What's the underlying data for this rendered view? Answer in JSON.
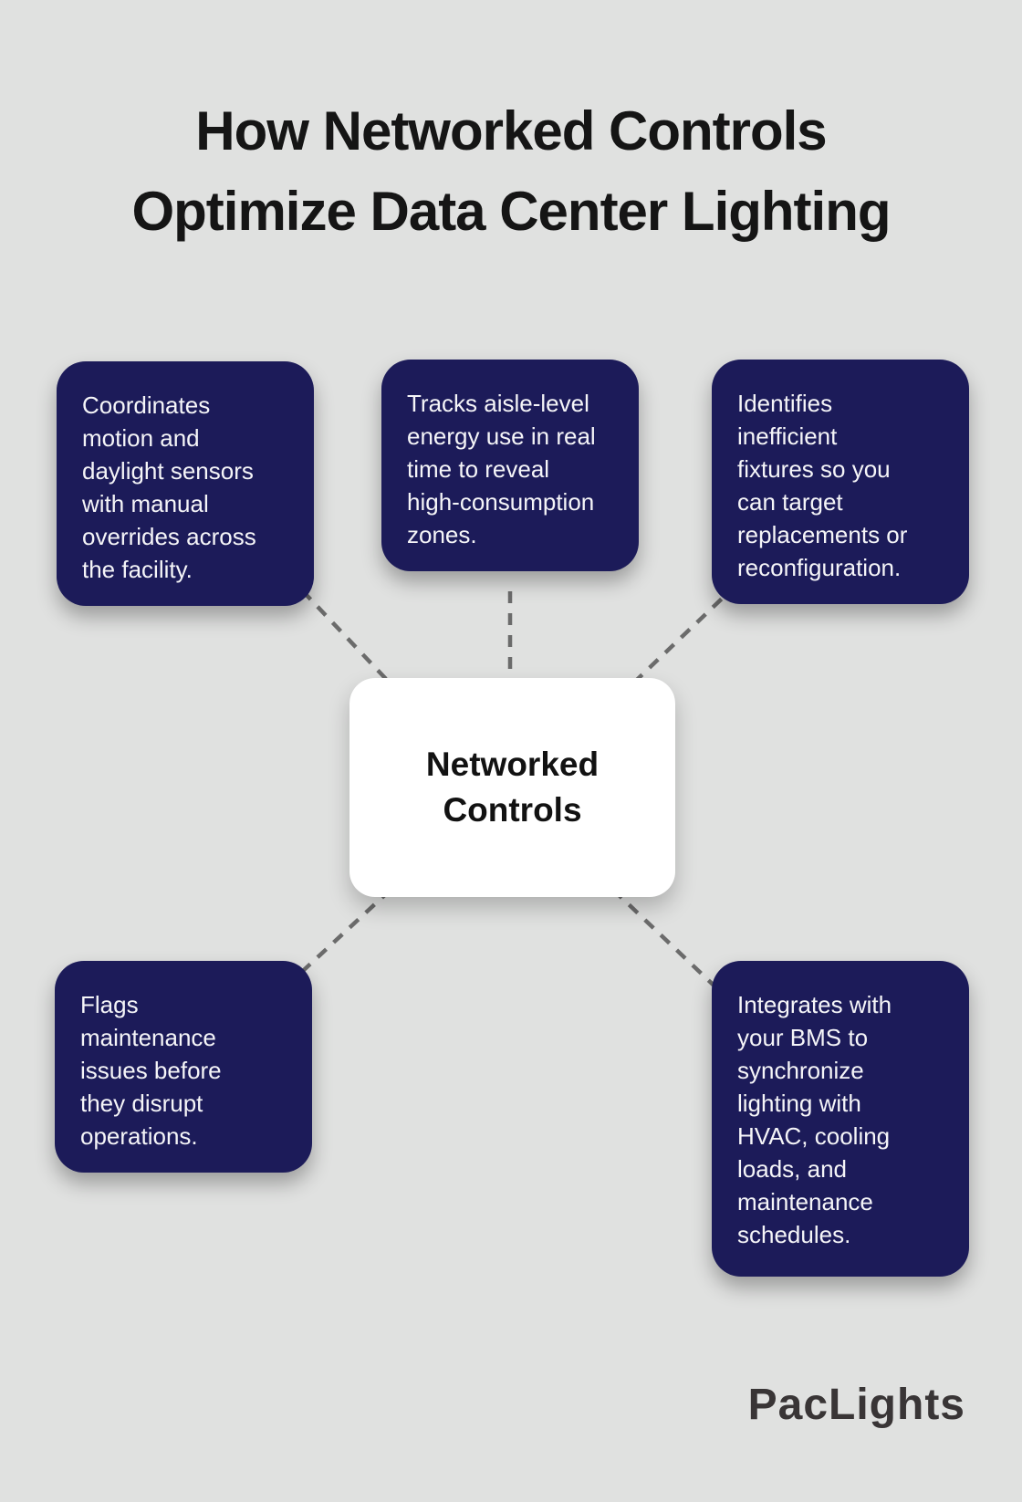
{
  "title": {
    "lines": [
      "How Networked Controls",
      "Optimize Data Center Lighting"
    ]
  },
  "center_node": {
    "label": "Networked Controls"
  },
  "benefit_boxes": [
    {
      "position": "top-left",
      "text": "Coordinates motion and daylight sensors with manual overrides across the facility."
    },
    {
      "position": "top-center",
      "text": "Tracks aisle-level energy use in real time to reveal high-consumption zones."
    },
    {
      "position": "top-right",
      "text": "Identifies inefficient fixtures so you can target replacements or reconfiguration."
    },
    {
      "position": "bottom-left",
      "text": "Flags maintenance issues before they disrupt operations."
    },
    {
      "position": "bottom-right",
      "text": "Integrates with your BMS to synchronize lighting with HVAC, cooling loads, and maintenance schedules."
    }
  ],
  "brand": {
    "name": "PacLights"
  },
  "colors": {
    "background": "#e0e1e0",
    "box_navy": "#1c1b59",
    "box_text": "#f5f5f8",
    "center_bg": "#ffffff",
    "center_text": "#121212",
    "title_text": "#151515",
    "connector": "#6b6b6b",
    "brand_text": "#393536"
  }
}
